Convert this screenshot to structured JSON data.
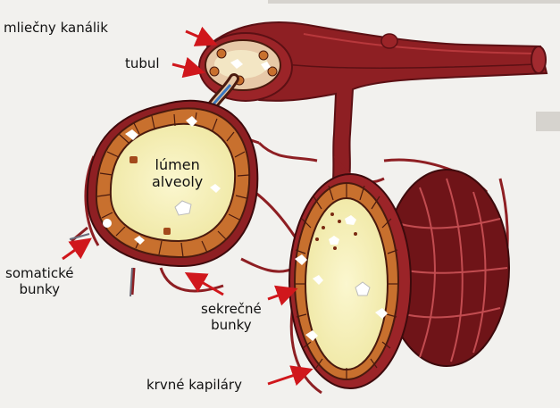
{
  "labels": {
    "duct": "mliečny kanálik",
    "tubule": "tubul",
    "lumen_line1": "lúmen",
    "lumen_line2": "alveoly",
    "somatic_line1": "somatické",
    "somatic_line2": "bunky",
    "secretory_line1": "sekrečné",
    "secretory_line2": "bunky",
    "capillaries": "krvné kapiláry"
  },
  "colors": {
    "page_background": "#f2f1ee",
    "vessel": "#8e1f23",
    "vessel_dark": "#5c1014",
    "cell_fill": "#c8702e",
    "cell_outline": "#4a1a0e",
    "lumen_fill": "#f6f0b6",
    "arrow": "#d0171c",
    "tubule_blue": "#3a78c0",
    "text": "#111111"
  }
}
